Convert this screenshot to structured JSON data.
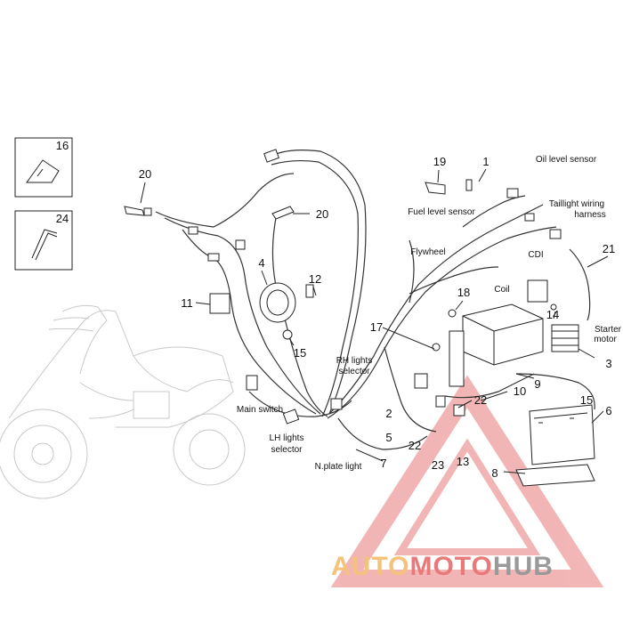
{
  "diagram": {
    "callouts": [
      "16",
      "24",
      "20",
      "20",
      "4",
      "12",
      "11",
      "15",
      "19",
      "1",
      "18",
      "17",
      "14",
      "3",
      "21",
      "9",
      "10",
      "22",
      "15",
      "2",
      "5",
      "22",
      "23",
      "13",
      "6",
      "8",
      "7"
    ],
    "labels": {
      "oil_level_sensor": "Oil level sensor",
      "fuel_level_sensor": "Fuel level sensor",
      "taillight_line1": "Taillight wiring",
      "taillight_line2": "harness",
      "flywheel": "Flywheel",
      "cdi": "CDI",
      "coil": "Coil",
      "starter_line1": "Starter",
      "starter_line2": "motor",
      "rh_line1": "RH lights",
      "rh_line2": "selector",
      "main_switch": "Main switch",
      "lh_line1": "LH lights",
      "lh_line2": "selector",
      "nplate": "N.plate light"
    }
  },
  "watermark": {
    "part1": "AUTO",
    "part2": "MOTO",
    "part3": "HUB",
    "color_orange": "#f4c27a",
    "color_red": "#e87a7a",
    "color_grey": "#9a9a9a"
  }
}
